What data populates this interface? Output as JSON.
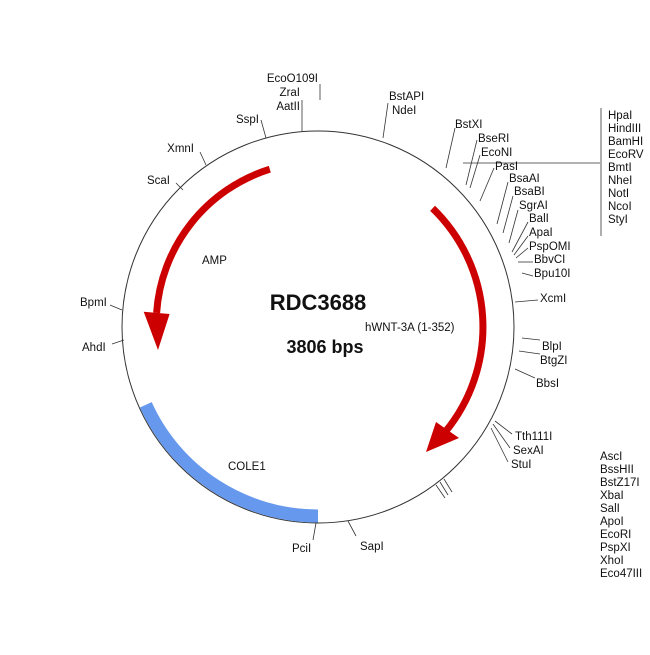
{
  "plasmid": {
    "name": "RDC3688",
    "size": "3806 bps"
  },
  "features": {
    "insert": "hWNT-3A (1-352)",
    "amp": "AMP",
    "ori": "COLE1"
  },
  "colors": {
    "backbone": "#333333",
    "arrow": "#cc0000",
    "ori": "#6699ee"
  },
  "enzymes": {
    "top_left": [
      "EcoO109I",
      "ZraI",
      "AatII",
      "SspI",
      "XmnI",
      "ScaI"
    ],
    "top": [
      "BstAPI",
      "NdeI"
    ],
    "upper_right": [
      "BstXI",
      "BseRI",
      "EcoNI",
      "PasI",
      "BsaAI",
      "BsaBI",
      "SgrAI",
      "BalI",
      "ApaI",
      "PspOMI",
      "BbvCI",
      "Bpu10I"
    ],
    "mcs_column": [
      "HpaI",
      "HindIII",
      "BamHI",
      "EcoRV",
      "BmtI",
      "NheI",
      "NotI",
      "NcoI",
      "StyI"
    ],
    "right": [
      "XcmI",
      "BlpI",
      "BtgZI",
      "BbsI",
      "Tth111I",
      "SexAI",
      "StuI"
    ],
    "lower_column": [
      "AscI",
      "BssHII",
      "BstZ17I",
      "XbaI",
      "SalI",
      "ApoI",
      "EcoRI",
      "PspXI",
      "XhoI",
      "Eco47III"
    ],
    "bottom": [
      "PciI",
      "SapI"
    ],
    "left": [
      "BpmI",
      "AhdI"
    ]
  }
}
